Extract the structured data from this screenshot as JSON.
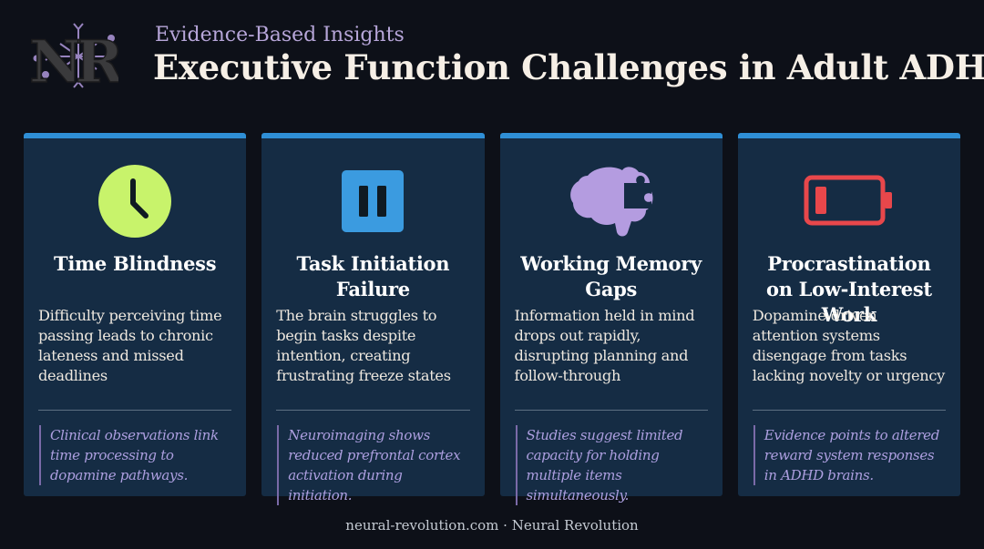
{
  "header": {
    "logo_text": "NR",
    "kicker": "Evidence-Based Insights",
    "title": "Executive Function Challenges in Adult ADHD"
  },
  "colors": {
    "background": "#0d1018",
    "card": "#152c44",
    "card_top_bar": "#2f8fd6",
    "clock": "#c8f36b",
    "pause": "#3b9be0",
    "brain": "#b49ce0",
    "battery": "#e8474b",
    "note_text": "#ad9fe0"
  },
  "cards": [
    {
      "icon": "clock-icon",
      "title": "Time Blindness",
      "description": "Difficulty perceiving time passing leads to chronic lateness and missed deadlines",
      "note": "Clinical observations link time processing to dopamine pathways."
    },
    {
      "icon": "pause-icon",
      "title": "Task Initiation Failure",
      "description": "The brain struggles to begin tasks despite intention, creating frustrating freeze states",
      "note": "Neuroimaging shows reduced prefrontal cortex activation during initiation."
    },
    {
      "icon": "brain-puzzle-icon",
      "title": "Working Memory Gaps",
      "description": "Information held in mind drops out rapidly, disrupting planning and follow-through",
      "note": "Studies suggest limited capacity for holding multiple items simultaneously."
    },
    {
      "icon": "low-battery-icon",
      "title": "Procrastination on Low-Interest Work",
      "description": "Dopamine-driven attention systems disengage from tasks lacking novelty or urgency",
      "note": "Evidence points to altered reward system responses in ADHD brains."
    }
  ],
  "footer": "neural-revolution.com · Neural Revolution"
}
